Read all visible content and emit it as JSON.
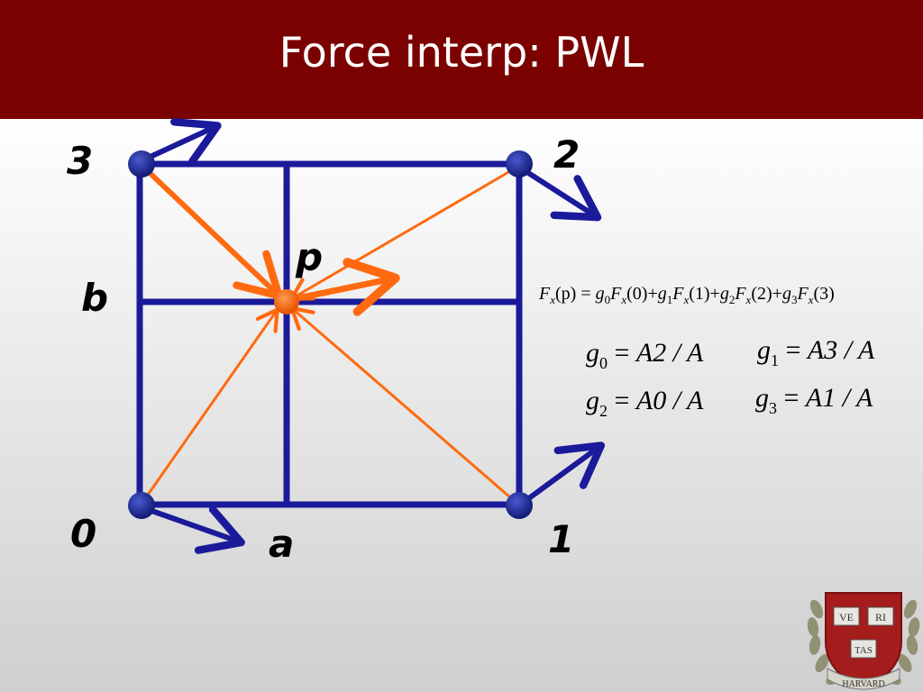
{
  "slide": {
    "title": "Force interp: PWL"
  },
  "labels": {
    "node0": "0",
    "node1": "1",
    "node2": "2",
    "node3": "3",
    "point": "p",
    "axis_a": "a",
    "axis_b": "b"
  },
  "equations": {
    "main": {
      "lhs": "F",
      "lhs_sub": "x",
      "lhs_arg": "(p)",
      "terms": [
        {
          "g": "g",
          "g_sub": "0",
          "F": "F",
          "F_sub": "x",
          "arg": "(0)"
        },
        {
          "g": "g",
          "g_sub": "1",
          "F": "F",
          "F_sub": "x",
          "arg": "(1)"
        },
        {
          "g": "g",
          "g_sub": "2",
          "F": "F",
          "F_sub": "x",
          "arg": "(2)"
        },
        {
          "g": "g",
          "g_sub": "3",
          "F": "F",
          "F_sub": "x",
          "arg": "(3)"
        }
      ]
    },
    "weights": [
      {
        "g": "g",
        "sub": "0",
        "rhs": "A2 / A"
      },
      {
        "g": "g",
        "sub": "1",
        "rhs": "A3 / A"
      },
      {
        "g": "g",
        "sub": "2",
        "rhs": "A0 / A"
      },
      {
        "g": "g",
        "sub": "3",
        "rhs": "A1 / A"
      }
    ]
  },
  "colors": {
    "header": "#7b0000",
    "grid": "#1a1a9a",
    "node": "#1a2a8a",
    "orange": "#ff6a10"
  },
  "logo": {
    "text_top_left": "VE",
    "text_top_right": "RI",
    "text_bottom": "TAS",
    "ribbon": "HARVARD"
  }
}
